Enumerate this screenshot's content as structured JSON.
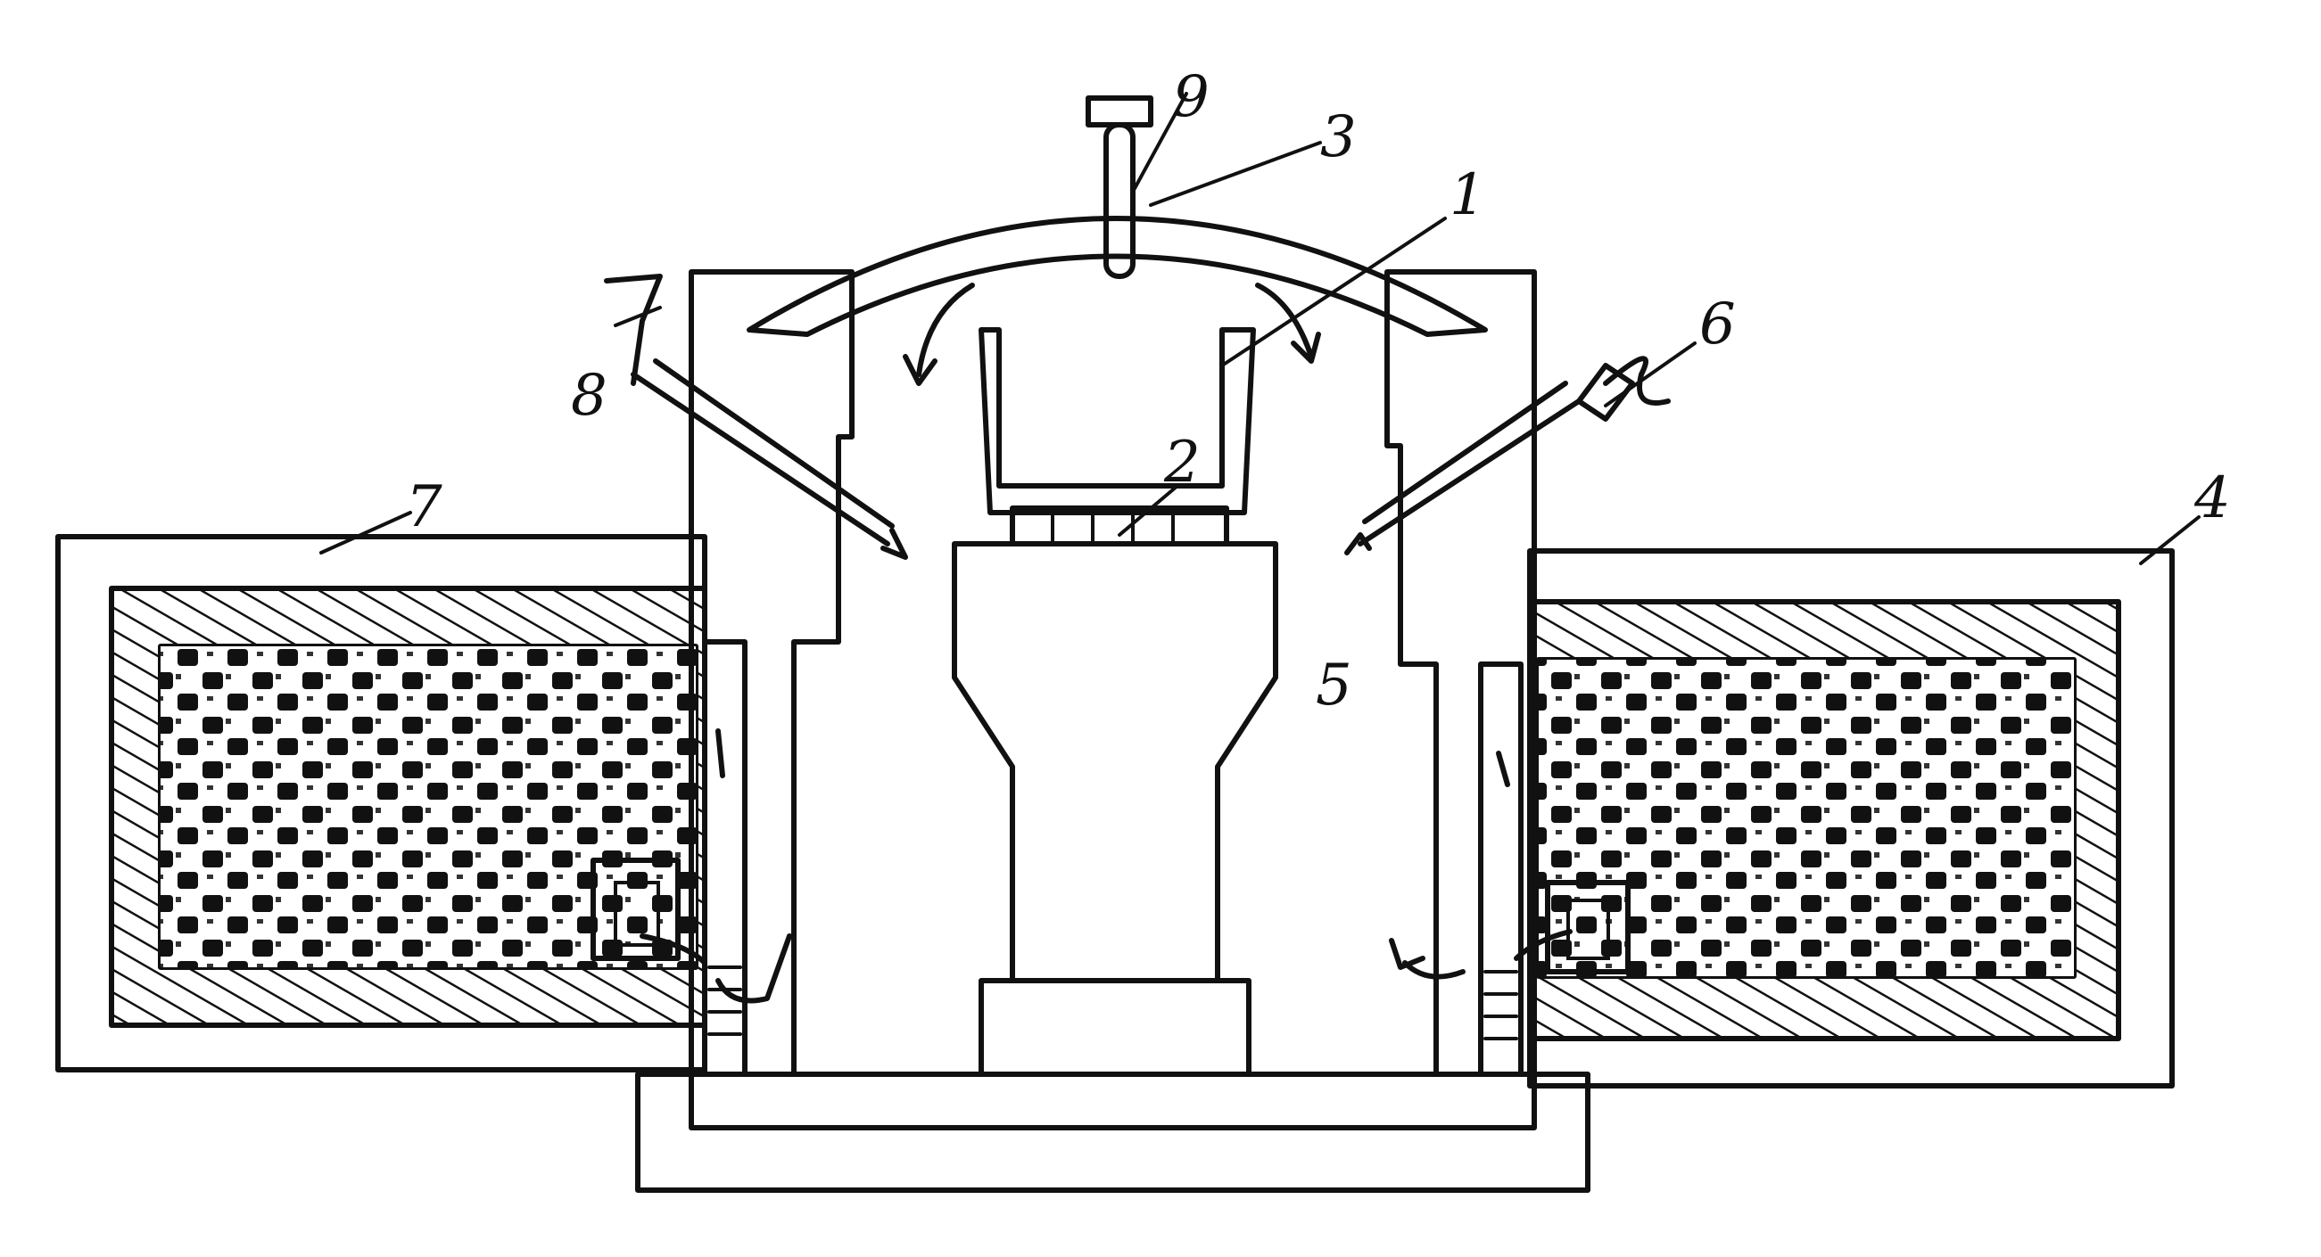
{
  "diagram": {
    "callouts": [
      {
        "id": "1",
        "text": "1"
      },
      {
        "id": "2",
        "text": "2"
      },
      {
        "id": "3",
        "text": "3"
      },
      {
        "id": "4",
        "text": "4"
      },
      {
        "id": "5",
        "text": "5"
      },
      {
        "id": "6",
        "text": "6"
      },
      {
        "id": "7",
        "text": "7"
      },
      {
        "id": "8",
        "text": "8"
      },
      {
        "id": "9",
        "text": "9"
      }
    ],
    "colors": {
      "ink": "#111111",
      "paper": "#ffffff"
    }
  }
}
